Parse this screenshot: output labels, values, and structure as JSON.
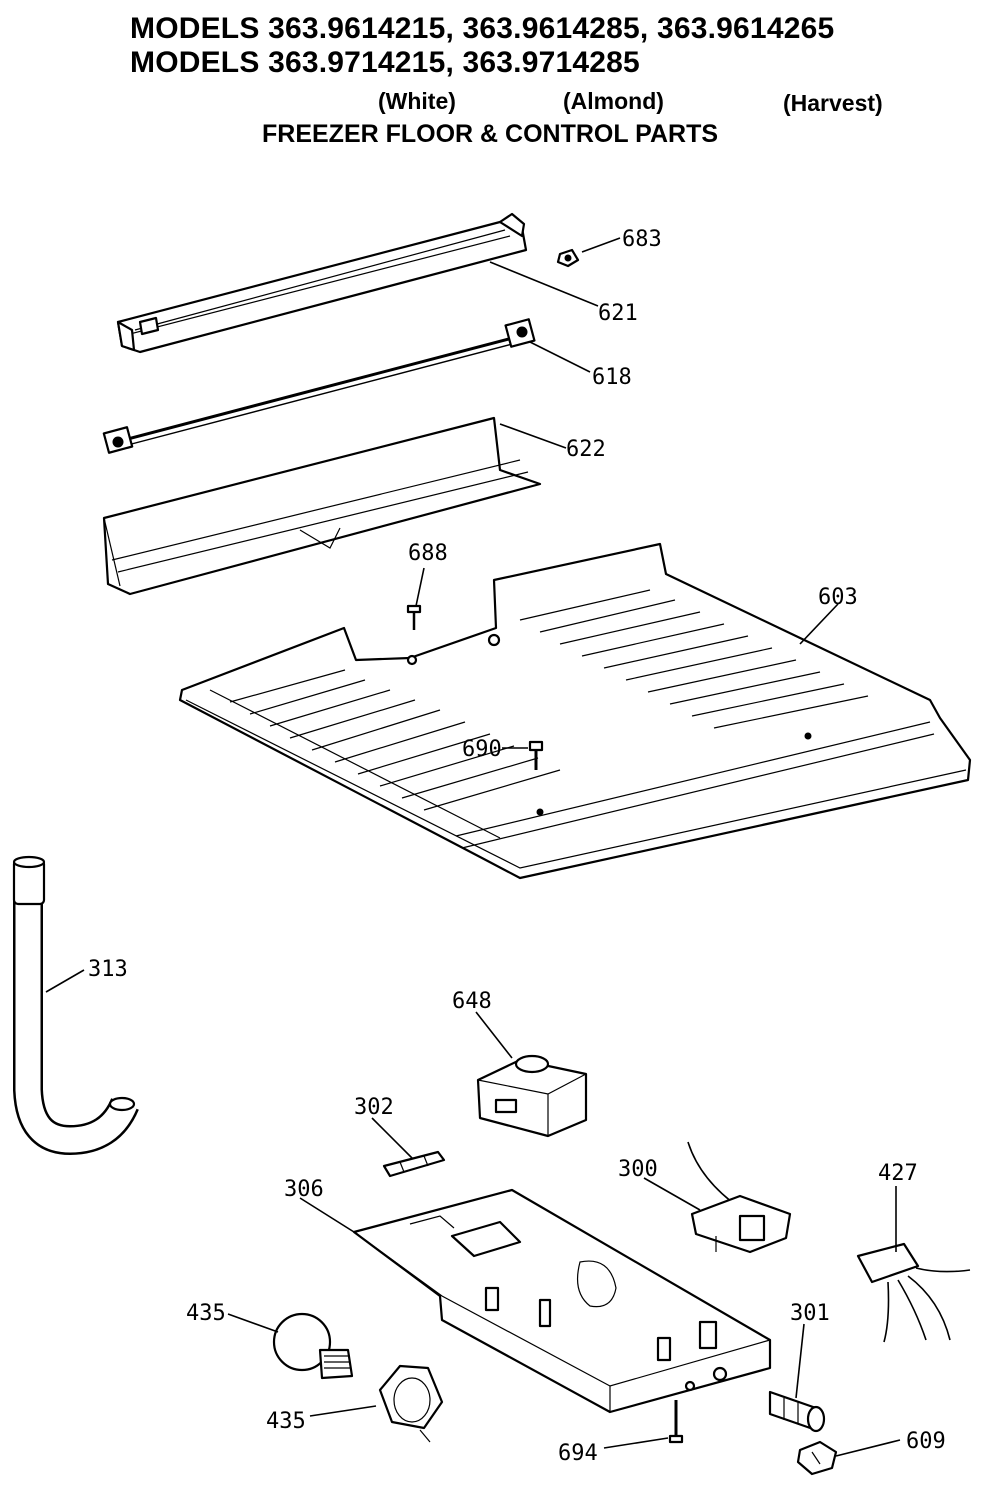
{
  "header": {
    "models_line_1": "MODELS 363.9614215, 363.9614285, 363.9614265",
    "models_line_2": "MODELS 363.9714215, 363.9714285",
    "colors": [
      "(White)",
      "(Almond)",
      "(Harvest)"
    ],
    "section_title": "FREEZER FLOOR & CONTROL PARTS"
  },
  "parts": [
    {
      "id": "p683",
      "number": "683"
    },
    {
      "id": "p621",
      "number": "621"
    },
    {
      "id": "p618",
      "number": "618"
    },
    {
      "id": "p622",
      "number": "622"
    },
    {
      "id": "p688",
      "number": "688"
    },
    {
      "id": "p603",
      "number": "603"
    },
    {
      "id": "p690",
      "number": "690"
    },
    {
      "id": "p313",
      "number": "313"
    },
    {
      "id": "p648",
      "number": "648"
    },
    {
      "id": "p302",
      "number": "302"
    },
    {
      "id": "p300",
      "number": "300"
    },
    {
      "id": "p427",
      "number": "427"
    },
    {
      "id": "p306",
      "number": "306"
    },
    {
      "id": "p435a",
      "number": "435"
    },
    {
      "id": "p301",
      "number": "301"
    },
    {
      "id": "p435b",
      "number": "435"
    },
    {
      "id": "p694",
      "number": "694"
    },
    {
      "id": "p609",
      "number": "609"
    }
  ]
}
